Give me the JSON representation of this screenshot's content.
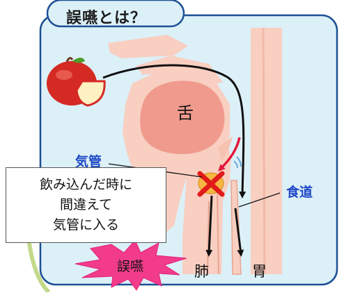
{
  "title": "誤嚥とは？",
  "labels": {
    "tongue": "舌",
    "trachea": "気管",
    "esophagus": "食道",
    "lung": "肺",
    "stomach": "胃",
    "aspiration": "誤嚥"
  },
  "note": {
    "lines": [
      "飲み込んだ時に",
      "間違えて",
      "気管に入る"
    ]
  },
  "colors": {
    "panel_bg": "#dcf0f8",
    "panel_border": "#1d4f93",
    "skin": "#f8cfc1",
    "skin_dark": "#e9a48f",
    "tongue": "#f09a8d",
    "label_blue": "#1f49c6",
    "burst": "#f23b8a",
    "error_red": "#e11a1a",
    "bolus_orange": "#f7b542",
    "green_accent": "#c3d98a"
  },
  "icons": [
    "apple-icon",
    "cross-mark-icon",
    "curved-arrow-icon",
    "down-arrow-icon"
  ]
}
